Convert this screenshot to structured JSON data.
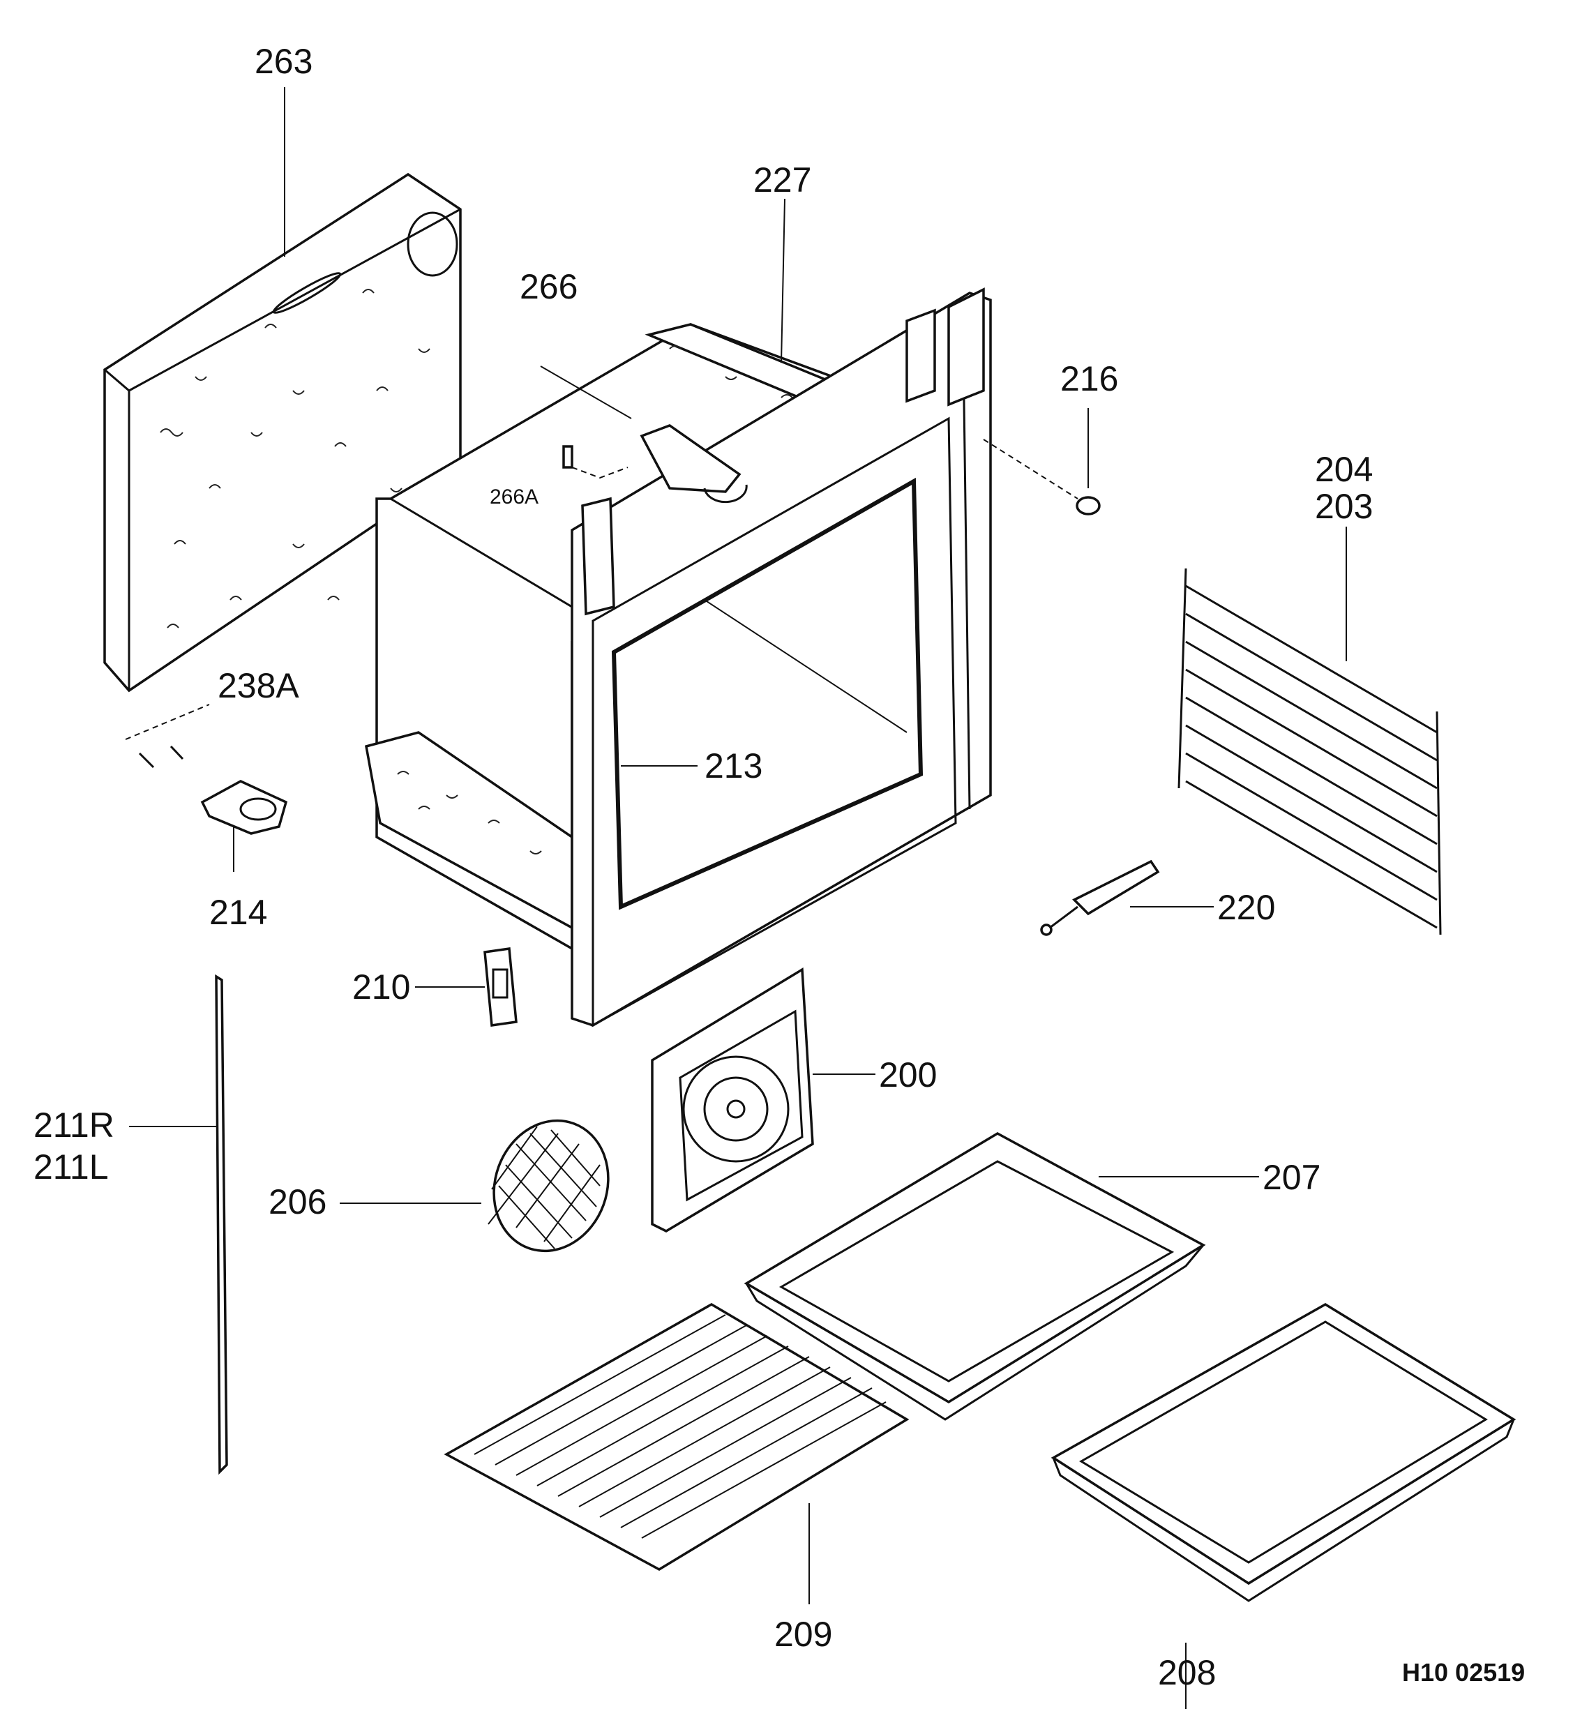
{
  "diagram": {
    "drawing_code": "H10 02519",
    "callouts": {
      "p263": "263",
      "p227": "227",
      "p266": "266",
      "p266a": "266A",
      "p216": "216",
      "p204": "204",
      "p203": "203",
      "p238a": "238A",
      "p213": "213",
      "p214": "214",
      "p220": "220",
      "p210": "210",
      "p200": "200",
      "p211r": "211R",
      "p211l": "211L",
      "p206": "206",
      "p207": "207",
      "p209": "209",
      "p208": "208"
    }
  }
}
